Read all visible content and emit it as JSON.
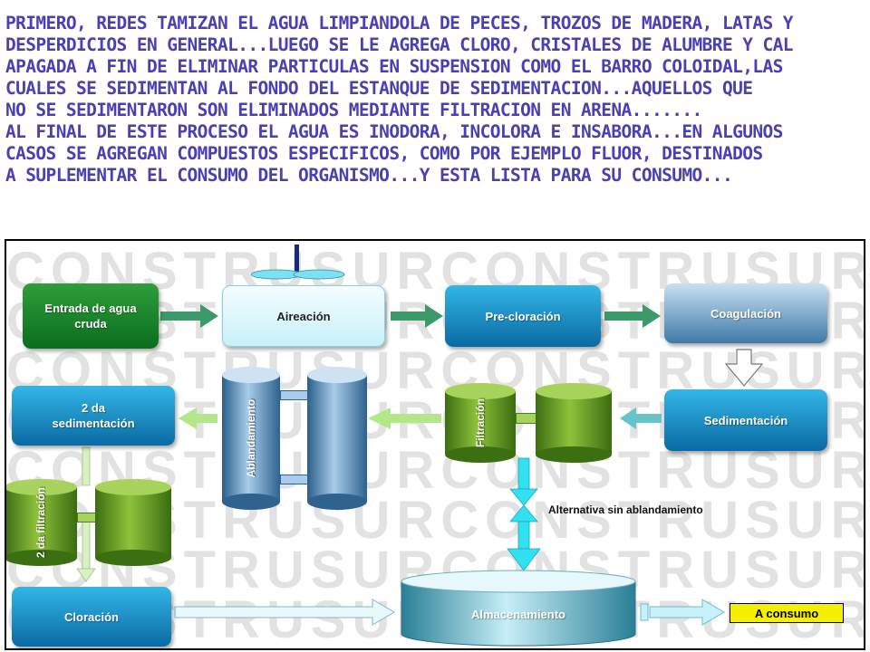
{
  "intro_text": "PRIMERO, REDES TAMIZAN EL AGUA LIMPIANDOLA DE PECES, TROZOS DE MADERA, LATAS Y\nDESPERDICIOS EN GENERAL...LUEGO SE LE AGREGA CLORO, CRISTALES DE ALUMBRE Y CAL\nAPAGADA A FIN DE ELIMINAR PARTICULAS EN SUSPENSION COMO EL BARRO COLOIDAL,LAS\nCUALES SE SEDIMENTAN AL FONDO DEL ESTANQUE DE SEDIMENTACION...AQUELLOS QUE\nNO SE SEDIMENTARON SON ELIMINADOS MEDIANTE FILTRACION EN ARENA.......\nAL FINAL DE ESTE PROCESO EL AGUA ES INODORA, INCOLORA E INSABORA...EN ALGUNOS\nCASOS SE AGREGAN COMPUESTOS ESPECIFICOS, COMO POR EJEMPLO FLUOR, DESTINADOS\nA SUPLEMENTAR EL CONSUMO DEL ORGANISMO...Y ESTA LISTA PARA SU CONSUMO...",
  "watermark": {
    "lines": [
      "CONSTRUSURCONSTRUSUR",
      "CONSTRUSURCONSTRUSUR",
      "CONSTRUSURCONSTRUSUR",
      "CONSTRUSURCONSTRUSUR",
      "CONSTRUSURCONSTRUSUR",
      "CONSTRUSURCONSTRUSUR",
      "CONSTRUSURCONSTRUSUR",
      "CONSTRUSURCONSTRUSUR"
    ]
  },
  "stages": {
    "entrada": "Entrada de agua cruda",
    "aireacion": "Aireación",
    "precloracion": "Pre-cloración",
    "coagulacion": "Coagulación",
    "sedimentacion": "Sedimentación",
    "filtracion": "Filtración",
    "ablandamiento": "Ablandamiento",
    "segunda_sedimentacion": "2 da sedimentación",
    "segunda_filtracion": "2 da filtración",
    "cloracion": "Cloración",
    "almacenamiento": "Almacenamiento",
    "consumo": "A consumo"
  },
  "alternative_label": "Alternativa sin ablandamiento",
  "colors": {
    "intro_text": "#4b3fb4",
    "green_box": "#0a6d1d",
    "blue_box": "#1a8cc4",
    "aqua_box": "#c8f0f8",
    "filter_green": "#8ec23b",
    "steel_blue": "#3e79a8",
    "cyan_arrow": "#33e0f0",
    "consumo_box": "#f4f000"
  }
}
